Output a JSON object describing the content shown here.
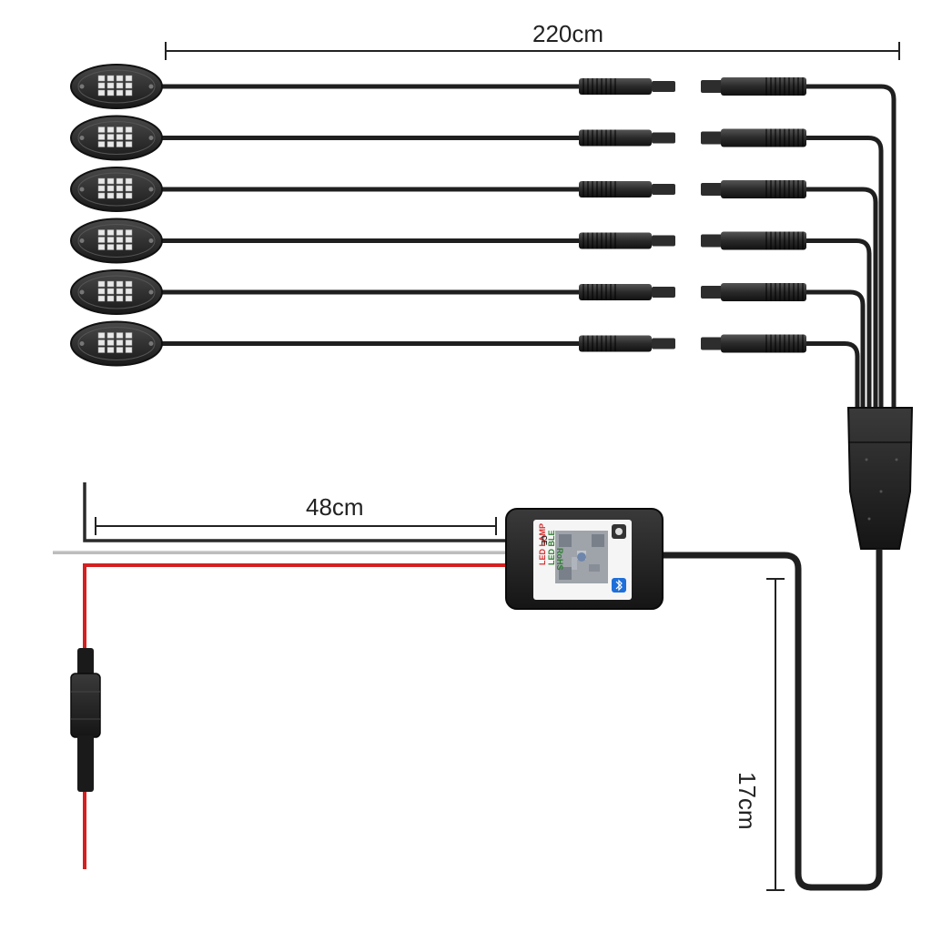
{
  "dimensions": {
    "top_length": "220cm",
    "controller_wire_length": "48cm",
    "vertical_length": "17cm"
  },
  "controller": {
    "label_line1": "LED LAMP",
    "label_line2": "LED BLE",
    "rohs": "RoHS",
    "ce_mark": "CE"
  },
  "colors": {
    "cable": "#1f1f1f",
    "red_wire": "#d42020",
    "pod_body": "#2b2b2b",
    "led_chip": "#e8e8e8"
  },
  "pod_count": 6
}
